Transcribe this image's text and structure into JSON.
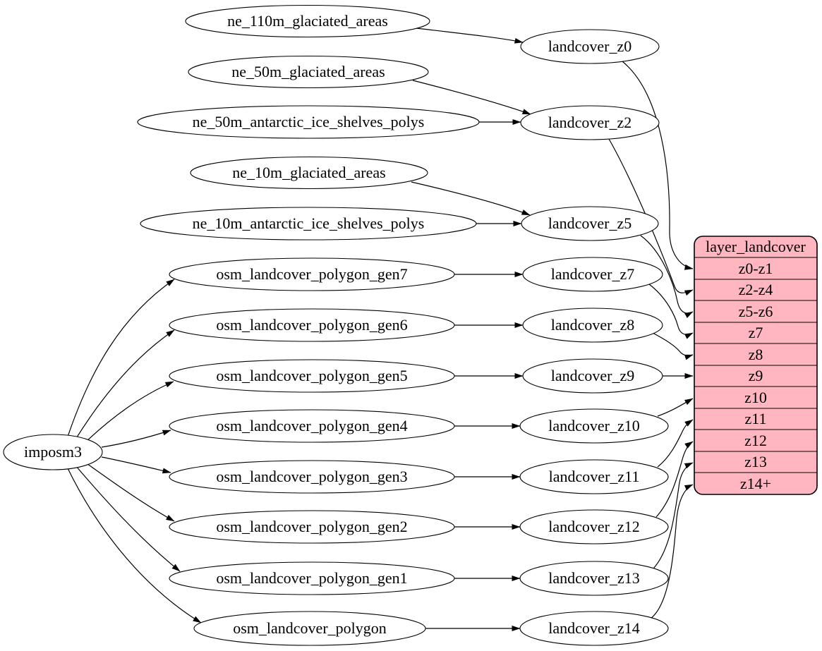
{
  "colors": {
    "background": "#ffffff",
    "node_fill": "#ffffff",
    "node_stroke": "#000000",
    "edge_color": "#000000",
    "text_color": "#000000",
    "table_fill": "#ffb6c1",
    "table_stroke": "#000000"
  },
  "nodes": {
    "imposm3": "imposm3",
    "ne_110m_glaciated_areas": "ne_110m_glaciated_areas",
    "ne_50m_glaciated_areas": "ne_50m_glaciated_areas",
    "ne_50m_antarctic_ice_shelves_polys": "ne_50m_antarctic_ice_shelves_polys",
    "ne_10m_glaciated_areas": "ne_10m_glaciated_areas",
    "ne_10m_antarctic_ice_shelves_polys": "ne_10m_antarctic_ice_shelves_polys",
    "osm_landcover_polygon_gen7": "osm_landcover_polygon_gen7",
    "osm_landcover_polygon_gen6": "osm_landcover_polygon_gen6",
    "osm_landcover_polygon_gen5": "osm_landcover_polygon_gen5",
    "osm_landcover_polygon_gen4": "osm_landcover_polygon_gen4",
    "osm_landcover_polygon_gen3": "osm_landcover_polygon_gen3",
    "osm_landcover_polygon_gen2": "osm_landcover_polygon_gen2",
    "osm_landcover_polygon_gen1": "osm_landcover_polygon_gen1",
    "osm_landcover_polygon": "osm_landcover_polygon",
    "landcover_z0": "landcover_z0",
    "landcover_z2": "landcover_z2",
    "landcover_z5": "landcover_z5",
    "landcover_z7": "landcover_z7",
    "landcover_z8": "landcover_z8",
    "landcover_z9": "landcover_z9",
    "landcover_z10": "landcover_z10",
    "landcover_z11": "landcover_z11",
    "landcover_z12": "landcover_z12",
    "landcover_z13": "landcover_z13",
    "landcover_z14": "landcover_z14"
  },
  "table": {
    "title": "layer_landcover",
    "rows": [
      "z0-z1",
      "z2-z4",
      "z5-z6",
      "z7",
      "z8",
      "z9",
      "z10",
      "z11",
      "z12",
      "z13",
      "z14+"
    ]
  },
  "edges": [
    {
      "from": "ne_110m_glaciated_areas",
      "to": "landcover_z0"
    },
    {
      "from": "ne_50m_glaciated_areas",
      "to": "landcover_z2"
    },
    {
      "from": "ne_50m_antarctic_ice_shelves_polys",
      "to": "landcover_z2"
    },
    {
      "from": "ne_10m_glaciated_areas",
      "to": "landcover_z5"
    },
    {
      "from": "ne_10m_antarctic_ice_shelves_polys",
      "to": "landcover_z5"
    },
    {
      "from": "osm_landcover_polygon_gen7",
      "to": "landcover_z7"
    },
    {
      "from": "osm_landcover_polygon_gen6",
      "to": "landcover_z8"
    },
    {
      "from": "osm_landcover_polygon_gen5",
      "to": "landcover_z9"
    },
    {
      "from": "osm_landcover_polygon_gen4",
      "to": "landcover_z10"
    },
    {
      "from": "osm_landcover_polygon_gen3",
      "to": "landcover_z11"
    },
    {
      "from": "osm_landcover_polygon_gen2",
      "to": "landcover_z12"
    },
    {
      "from": "osm_landcover_polygon_gen1",
      "to": "landcover_z13"
    },
    {
      "from": "osm_landcover_polygon",
      "to": "landcover_z14"
    },
    {
      "from": "imposm3",
      "to": "osm_landcover_polygon_gen7"
    },
    {
      "from": "imposm3",
      "to": "osm_landcover_polygon_gen6"
    },
    {
      "from": "imposm3",
      "to": "osm_landcover_polygon_gen5"
    },
    {
      "from": "imposm3",
      "to": "osm_landcover_polygon_gen4"
    },
    {
      "from": "imposm3",
      "to": "osm_landcover_polygon_gen3"
    },
    {
      "from": "imposm3",
      "to": "osm_landcover_polygon_gen2"
    },
    {
      "from": "imposm3",
      "to": "osm_landcover_polygon_gen1"
    },
    {
      "from": "imposm3",
      "to": "osm_landcover_polygon"
    },
    {
      "from": "landcover_z0",
      "to": "layer_landcover.z0-z1"
    },
    {
      "from": "landcover_z2",
      "to": "layer_landcover.z2-z4"
    },
    {
      "from": "landcover_z5",
      "to": "layer_landcover.z5-z6"
    },
    {
      "from": "landcover_z7",
      "to": "layer_landcover.z7"
    },
    {
      "from": "landcover_z8",
      "to": "layer_landcover.z8"
    },
    {
      "from": "landcover_z9",
      "to": "layer_landcover.z9"
    },
    {
      "from": "landcover_z10",
      "to": "layer_landcover.z10"
    },
    {
      "from": "landcover_z11",
      "to": "layer_landcover.z11"
    },
    {
      "from": "landcover_z12",
      "to": "layer_landcover.z12"
    },
    {
      "from": "landcover_z13",
      "to": "layer_landcover.z13"
    },
    {
      "from": "landcover_z14",
      "to": "layer_landcover.z14+"
    }
  ]
}
